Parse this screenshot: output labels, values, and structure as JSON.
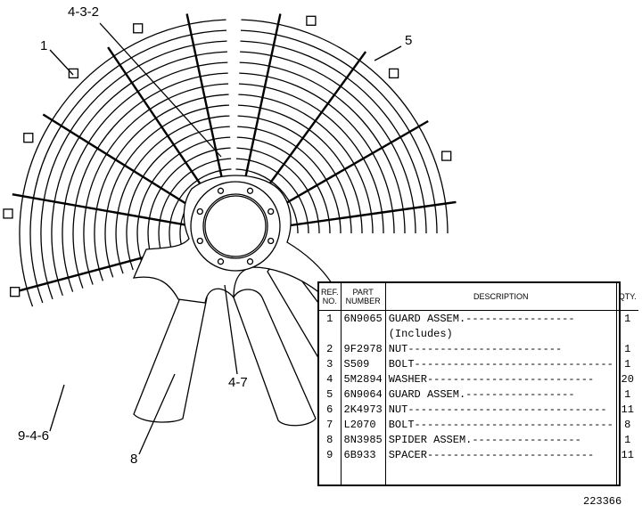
{
  "callouts": [
    {
      "id": "c1",
      "label": "1"
    },
    {
      "id": "c2",
      "label": "4-3-2"
    },
    {
      "id": "c3",
      "label": "5"
    },
    {
      "id": "c4",
      "label": "4-7"
    },
    {
      "id": "c5",
      "label": "8"
    },
    {
      "id": "c6",
      "label": "9-4-6"
    }
  ],
  "parts_table": {
    "headers": {
      "ref_line1": "REF.",
      "ref_line2": "NO.",
      "part_line1": "PART",
      "part_line2": "NUMBER",
      "description": "DESCRIPTION",
      "qty": "QTY."
    },
    "rows": [
      {
        "ref": "1",
        "part": "6N9065",
        "desc": "GUARD ASSEM.-----------------",
        "qty": "1"
      },
      {
        "ref": "",
        "part": "",
        "desc": "      (Includes)",
        "qty": ""
      },
      {
        "ref": "2",
        "part": "9F2978",
        "desc": "      NUT------------------------",
        "qty": "1"
      },
      {
        "ref": "3",
        "part": "S509",
        "desc": "BOLT-------------------------------",
        "qty": "1"
      },
      {
        "ref": "4",
        "part": "5M2894",
        "desc": "WASHER--------------------------",
        "qty": "20"
      },
      {
        "ref": "5",
        "part": "6N9064",
        "desc": "GUARD ASSEM.-----------------",
        "qty": "1"
      },
      {
        "ref": "6",
        "part": "2K4973",
        "desc": "NUT-------------------------------",
        "qty": "11"
      },
      {
        "ref": "7",
        "part": "L2070",
        "desc": "BOLT-------------------------------",
        "qty": "8"
      },
      {
        "ref": "8",
        "part": "8N3985",
        "desc": "SPIDER ASSEM.-----------------",
        "qty": "1"
      },
      {
        "ref": "9",
        "part": "6B933",
        "desc": "SPACER--------------------------",
        "qty": "11"
      }
    ]
  },
  "catalog_number": "223366"
}
